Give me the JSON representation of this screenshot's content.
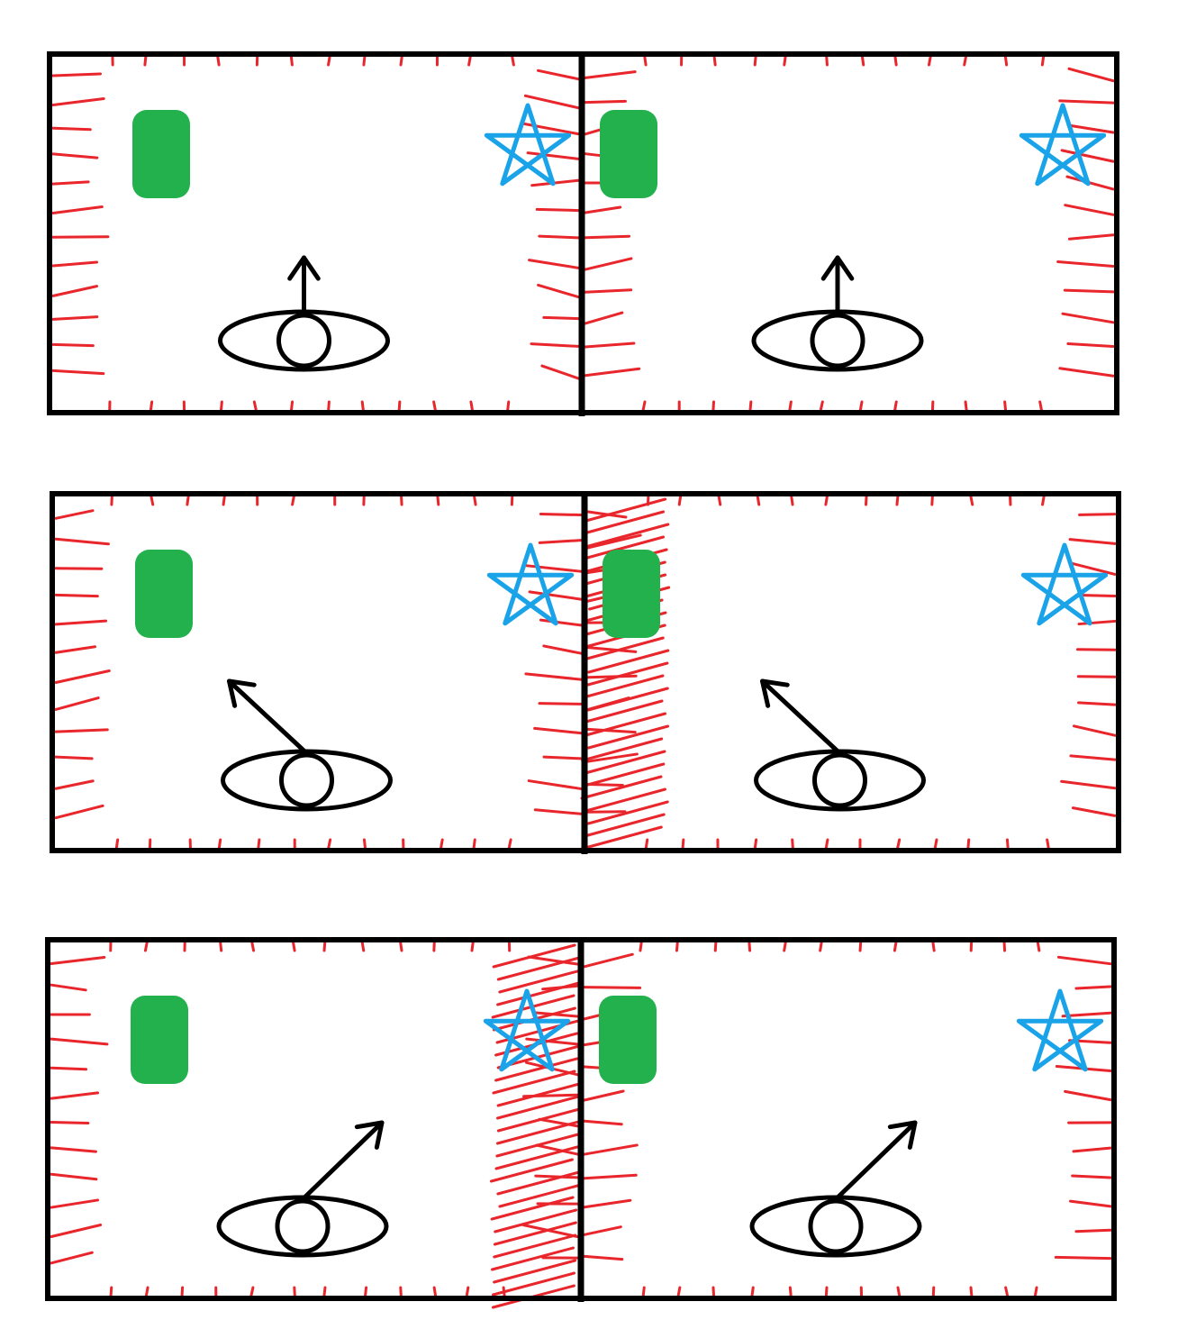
{
  "colors": {
    "background": "#ffffff",
    "frame": "#000000",
    "vignette": "#e8262b",
    "rect": "#22b14c",
    "star": "#1aa3e8",
    "eye": "#000000"
  },
  "icons": {
    "frame": "frame",
    "rect": "green-rounded-rect-icon",
    "star": "blue-star-icon",
    "eye": "eye-icon",
    "arrow": "gaze-arrow-icon"
  },
  "rows": [
    {
      "gaze_direction": "up",
      "left_overlay": "none",
      "right_overlay": "none"
    },
    {
      "gaze_direction": "up-left",
      "left_overlay": "none",
      "right_overlay": "left-edge"
    },
    {
      "gaze_direction": "up-right",
      "left_overlay": "right-edge",
      "right_overlay": "none"
    }
  ]
}
